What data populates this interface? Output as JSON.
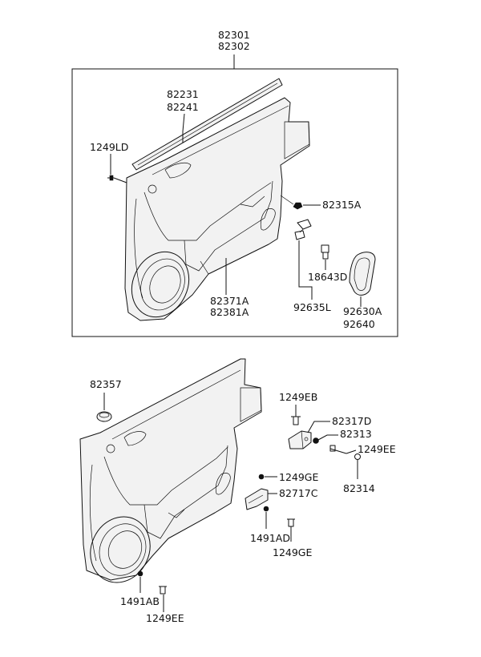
{
  "colors": {
    "ink": "#111111",
    "background": "#ffffff"
  },
  "labels": {
    "top_assembly": [
      "82301",
      "82302"
    ],
    "panel_upper": [
      "82231",
      "82241"
    ],
    "screw_upper_left": "1249LD",
    "clip_upper": "82315A",
    "grommet_upper": "18643D",
    "trim_pad": [
      "82371A",
      "82381A"
    ],
    "wire_clip": "92635L",
    "courtesy_lamp": [
      "92630A",
      "92640"
    ],
    "plug": "82357",
    "screw_eb": "1249EB",
    "bracket_d": "82317D",
    "handle_part": "82313",
    "screw_ee_right": "1249EE",
    "bolt_82314": "82314",
    "screw_ge_upper": "1249GE",
    "bracket_c": "82717C",
    "nut_ad": "1491AD",
    "screw_ge_lower": "1249GE",
    "nut_ab": "1491AB",
    "screw_ee_bottom": "1249EE"
  }
}
